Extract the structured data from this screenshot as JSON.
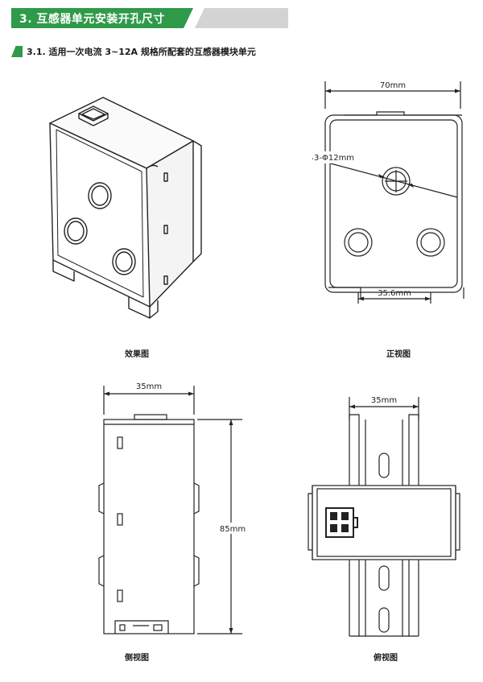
{
  "header": {
    "title": "3. 互感器单元安装开孔尺寸"
  },
  "section": {
    "title": "3.1. 适用一次电流 3~12A 规格所配套的互感器模块单元"
  },
  "captions": {
    "effect": "效果图",
    "front": "正视图",
    "side": "侧视图",
    "top": "俯视图"
  },
  "dimensions": {
    "front_width": "70mm",
    "hole_diameter": "3-Φ12mm",
    "hole_spacing": "35.6mm",
    "side_width": "35mm",
    "side_height": "85mm",
    "top_width": "35mm"
  }
}
